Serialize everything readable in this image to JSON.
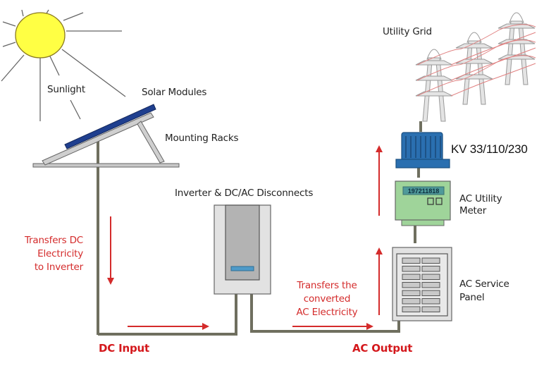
{
  "diagram": {
    "title": "Grid-tied solar PV system",
    "labels": {
      "sunlight": "Sunlight",
      "solar_modules": "Solar Modules",
      "mounting_racks": "Mounting Racks",
      "utility_grid": "Utility Grid",
      "transformer": "KV 33/110/230",
      "meter_line1": "AC Utility",
      "meter_line2": "Meter",
      "meter_reading": "197211818",
      "inverter": "Inverter & DC/AC Disconnects",
      "panel_line1": "AC Service",
      "panel_line2": "Panel",
      "dc_transfer_line1": "Transfers DC",
      "dc_transfer_line2": "Electricity",
      "dc_transfer_line3": "to Inverter",
      "ac_transfer_line1": "Transfers the",
      "ac_transfer_line2": "converted",
      "ac_transfer_line3": "AC Electricity",
      "dc_input": "DC Input",
      "ac_output": "AC Output"
    },
    "flow": [
      "Solar Modules",
      "Inverter & DC/AC Disconnects",
      "AC Service Panel",
      "AC Utility Meter",
      "KV 33/110/230",
      "Utility Grid"
    ],
    "colors": {
      "arrow_red": "#d42b2b",
      "sun_fill": "#ffff44",
      "module_blue": "#1f3f8f",
      "transformer_blue": "#2a6fb0",
      "meter_green": "#9fd49a",
      "wire": "#6f6f5f",
      "equipment_gray": "#d9d9d9"
    }
  }
}
